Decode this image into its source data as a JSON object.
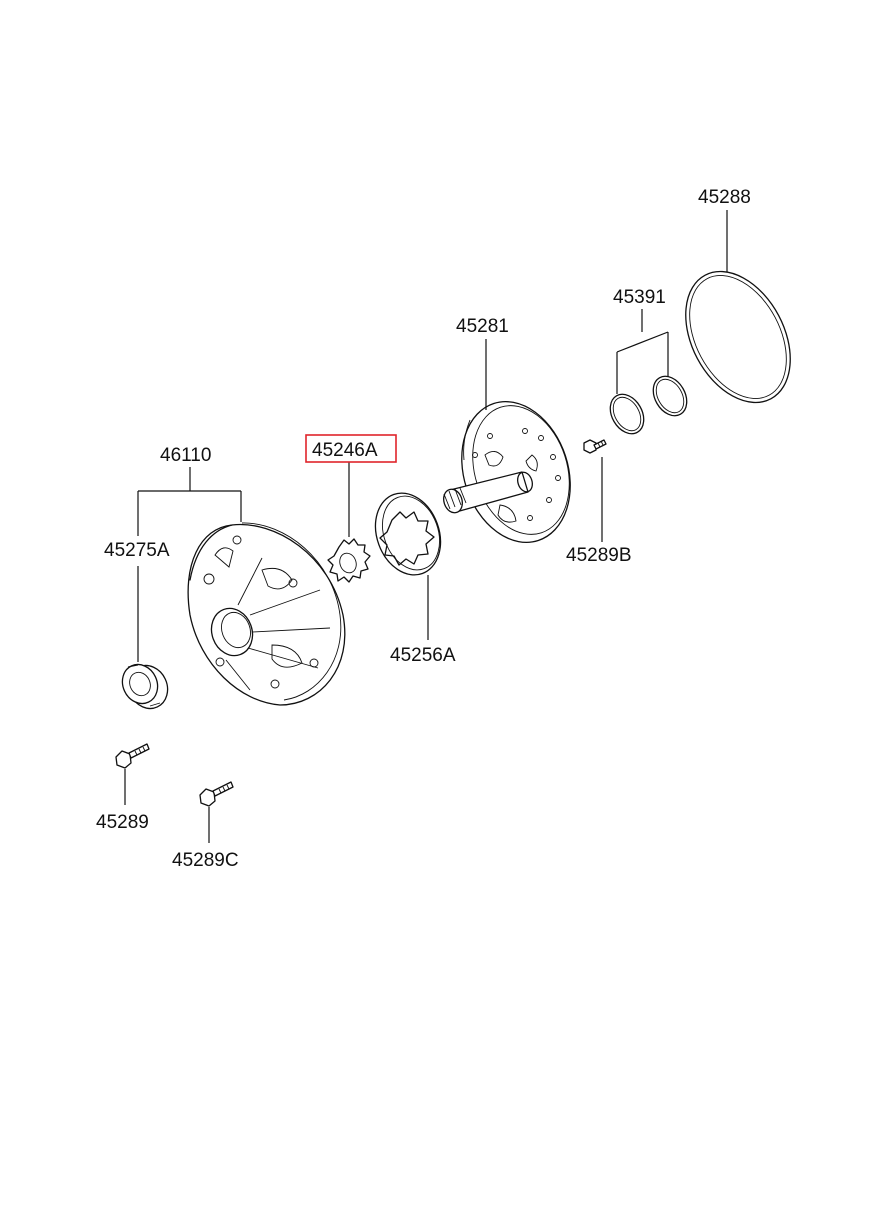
{
  "labels": {
    "p45288": "45288",
    "p45391": "45391",
    "p45281": "45281",
    "p45246A": "45246A",
    "p46110": "46110",
    "p45275A": "45275A",
    "p45289B": "45289B",
    "p45256A": "45256A",
    "p45289": "45289",
    "p45289C": "45289C"
  },
  "highlight": {
    "part": "45246A",
    "color": "#e0242b"
  }
}
